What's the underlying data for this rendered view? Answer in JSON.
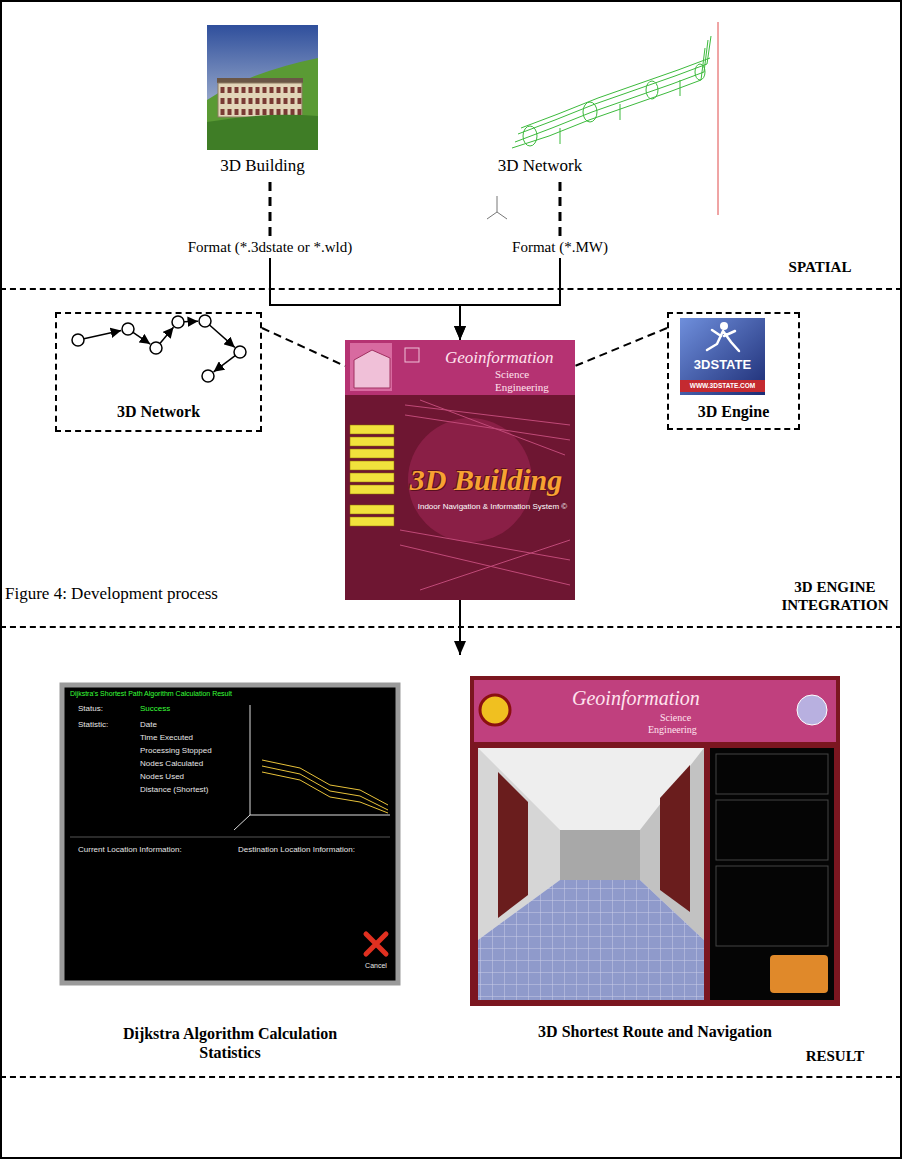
{
  "diagram": {
    "caption": "Figure 4: Development process",
    "nodes": [
      {
        "text": [
          "SPATIAL"
        ]
      },
      {
        "text": [
          "3D Building"
        ],
        "in": 0
      },
      {
        "text": [
          "Format (*.3dstate or *.wld)"
        ],
        "in": 0
      },
      {
        "text": [
          "3D Network"
        ],
        "in": 0
      },
      {
        "text": [
          "Format (*.MW)"
        ],
        "in": 0
      },
      {
        "text": [
          "3D ENGINE INTEGRATION"
        ]
      },
      {
        "text": [
          "3D Network"
        ],
        "in": 5
      },
      {
        "text": [
          "Geoinformation",
          "Science",
          "Engineering",
          "3D Building",
          "Indoor Navigation & Information System ©"
        ],
        "in": 5
      },
      {
        "text": [
          "3DSTATE",
          "WWW.3DSTATE.COM",
          "3D Engine"
        ],
        "in": 5
      },
      {
        "text": [
          "RESULT"
        ]
      },
      {
        "text": [
          "Dijkstra Algorithm Calculation Statistics"
        ],
        "in": 9
      },
      {
        "text": [
          "3D Shortest Route and Navigation"
        ],
        "in": 9
      }
    ],
    "edges": [
      {
        "from": 1,
        "to": 2,
        "arrow": "none"
      },
      {
        "from": 3,
        "to": 4,
        "arrow": "none"
      },
      {
        "from": 2,
        "to": 7,
        "arrow": "to"
      },
      {
        "from": 4,
        "to": 7,
        "arrow": "to"
      },
      {
        "from": 6,
        "to": 7,
        "arrow": "none"
      },
      {
        "from": 8,
        "to": 7,
        "arrow": "none"
      },
      {
        "from": 7,
        "to": 9,
        "arrow": "to"
      }
    ],
    "labels": [
      "Dijkstra's Shortest Path Algorithm Calculation Result",
      "Status:",
      "Success",
      "Statistic:",
      "Date",
      "Time Executed",
      "Processing Stopped",
      "Nodes Calculated",
      "Nodes Used",
      "Distance (Shortest)",
      "Current Location Information:",
      "Destination Location Information:",
      "Cancel",
      "Geoinformation",
      "Science",
      "Engineering"
    ]
  }
}
